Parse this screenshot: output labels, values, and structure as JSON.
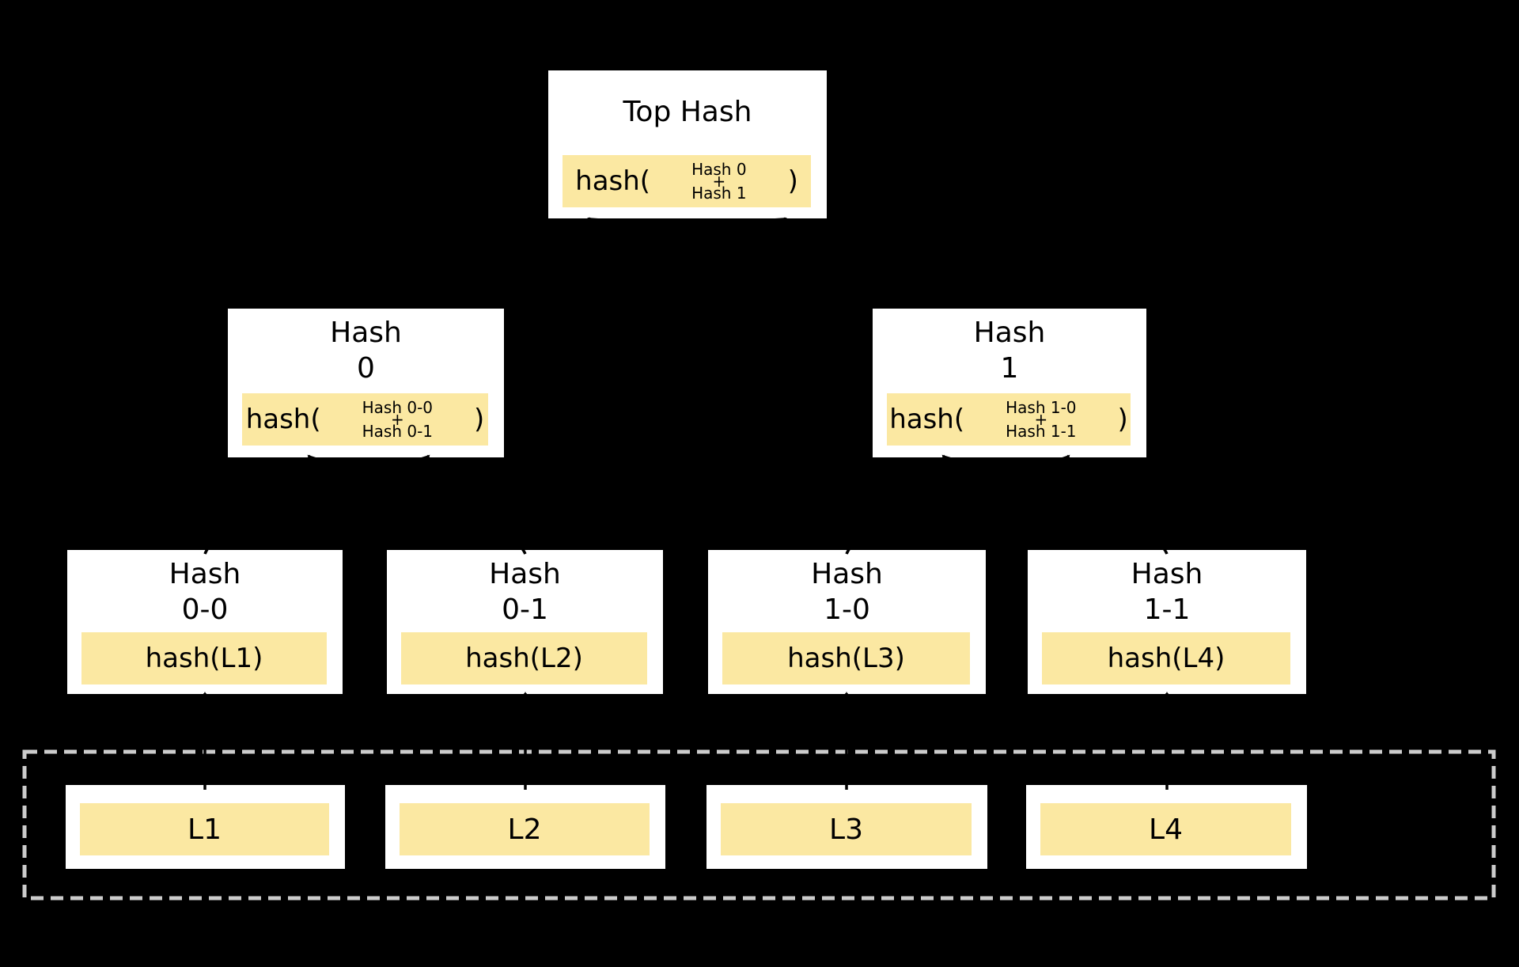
{
  "diagram": {
    "kind": "merkle-hash-tree",
    "colors": {
      "background": "#000000",
      "node_fill": "#FFFFFF",
      "highlight_fill": "#FBE8A2",
      "arrow_color": "#000000",
      "boundary_color": "#CCCCCC"
    },
    "root": {
      "title": "Top Hash",
      "func": "hash(",
      "arg_top": "Hash 0",
      "operator": "+",
      "arg_bottom": "Hash 1",
      "close": ")"
    },
    "internal_nodes": [
      {
        "title_line1": "Hash",
        "title_line2": "0",
        "func": "hash(",
        "arg_top": "Hash 0-0",
        "operator": "+",
        "arg_bottom": "Hash 0-1",
        "close": ")"
      },
      {
        "title_line1": "Hash",
        "title_line2": "1",
        "func": "hash(",
        "arg_top": "Hash 1-0",
        "operator": "+",
        "arg_bottom": "Hash 1-1",
        "close": ")"
      }
    ],
    "leaf_nodes": [
      {
        "title_line1": "Hash",
        "title_line2": "0-0",
        "value": "hash(L1)"
      },
      {
        "title_line1": "Hash",
        "title_line2": "0-1",
        "value": "hash(L2)"
      },
      {
        "title_line1": "Hash",
        "title_line2": "1-0",
        "value": "hash(L3)"
      },
      {
        "title_line1": "Hash",
        "title_line2": "1-1",
        "value": "hash(L4)"
      }
    ],
    "data_blocks": [
      {
        "label": "L1"
      },
      {
        "label": "L2"
      },
      {
        "label": "L3"
      },
      {
        "label": "L4"
      }
    ]
  }
}
